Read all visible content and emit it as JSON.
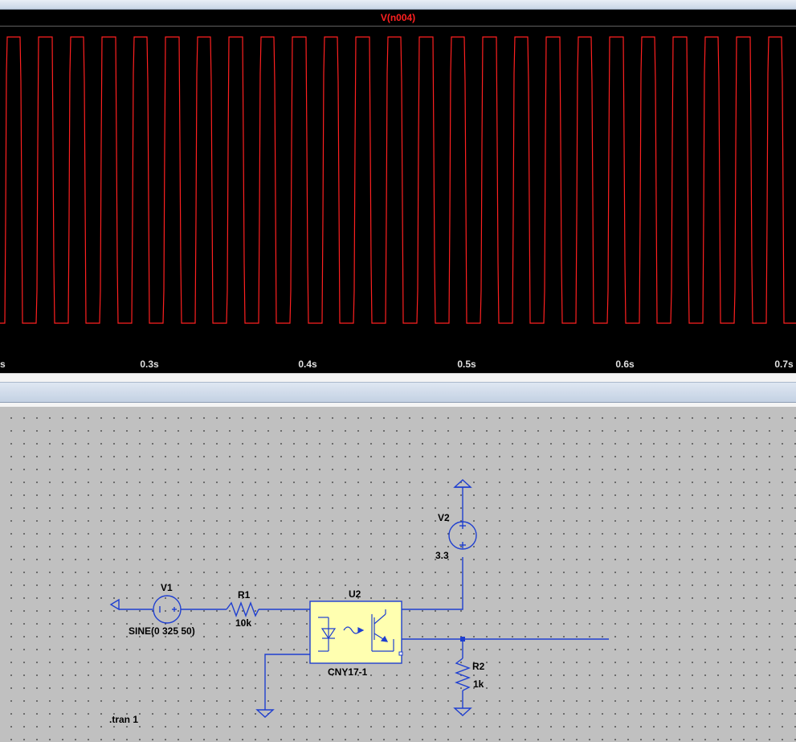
{
  "waveform": {
    "trace_name": "V(n004)",
    "trace_color": "#ff2020",
    "x_ticks": [
      "0.3s",
      "0.4s",
      "0.5s",
      "0.6s",
      "0.7s"
    ],
    "left_tick_fragment": "s"
  },
  "schematic": {
    "wire_color": "#1f3fd0",
    "components": {
      "v1": {
        "name": "V1",
        "value": "SINE(0 325 50)"
      },
      "r1": {
        "name": "R1",
        "value": "10k"
      },
      "u2": {
        "name": "U2",
        "value": "CNY17-1"
      },
      "v2": {
        "name": "V2",
        "value": "3.3"
      },
      "r2": {
        "name": "R2",
        "value": "1k"
      }
    },
    "directive": ".tran 1"
  }
}
